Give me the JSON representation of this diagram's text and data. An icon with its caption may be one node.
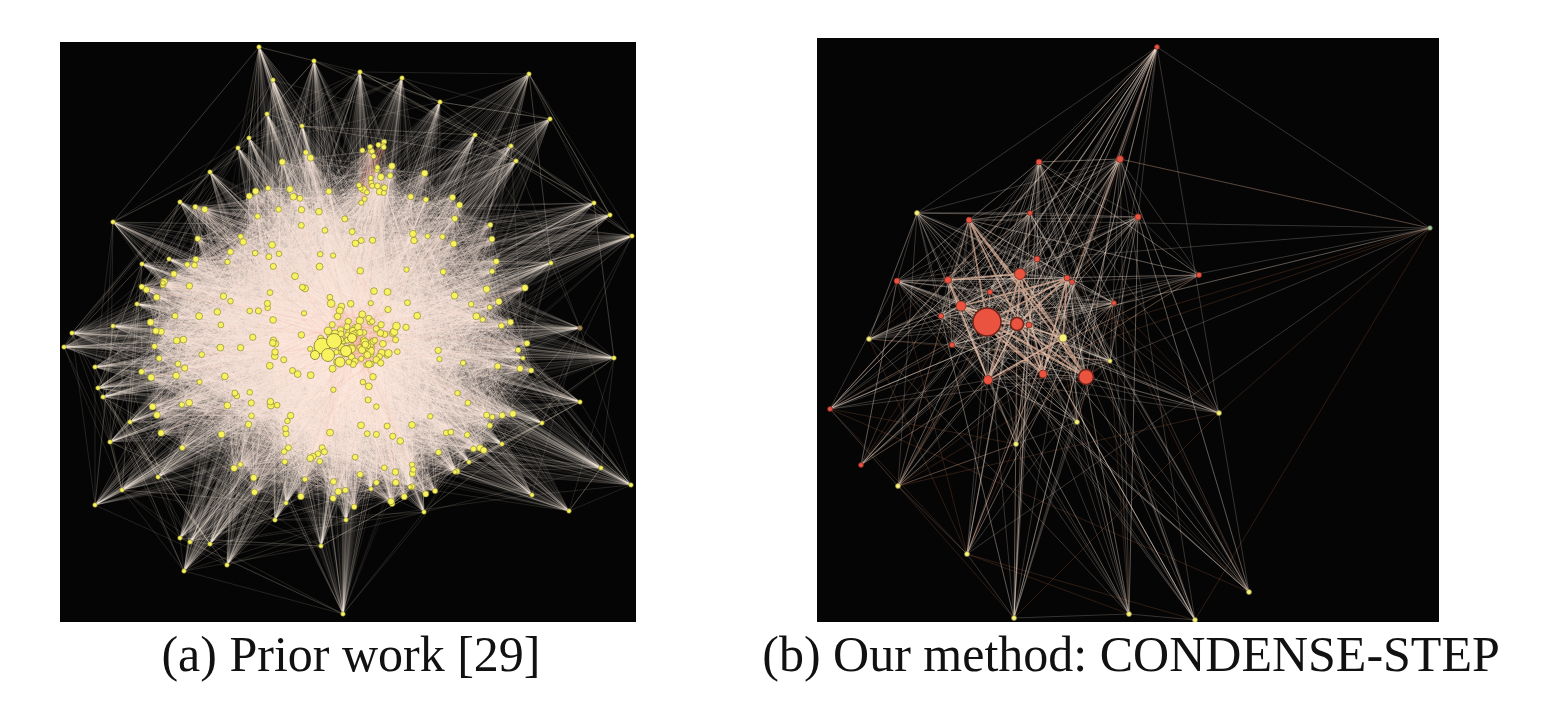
{
  "diagram": {
    "nodes": [
      {
        "text": [],
        "shape": "picture",
        "beside": [
          "(a) Prior work [29]"
        ]
      },
      {
        "text": [],
        "shape": "picture",
        "beside": [
          "(b) Our method: CONDENSE-STEP"
        ]
      }
    ]
  }
}
